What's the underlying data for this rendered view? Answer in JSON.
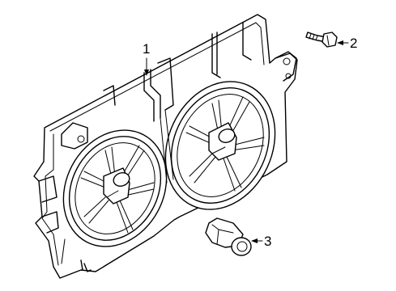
{
  "callouts": [
    {
      "id": "1",
      "text": "1"
    },
    {
      "id": "2",
      "text": "2"
    },
    {
      "id": "3",
      "text": "3"
    }
  ],
  "colors": {
    "line": "#000000",
    "background": "#ffffff"
  }
}
